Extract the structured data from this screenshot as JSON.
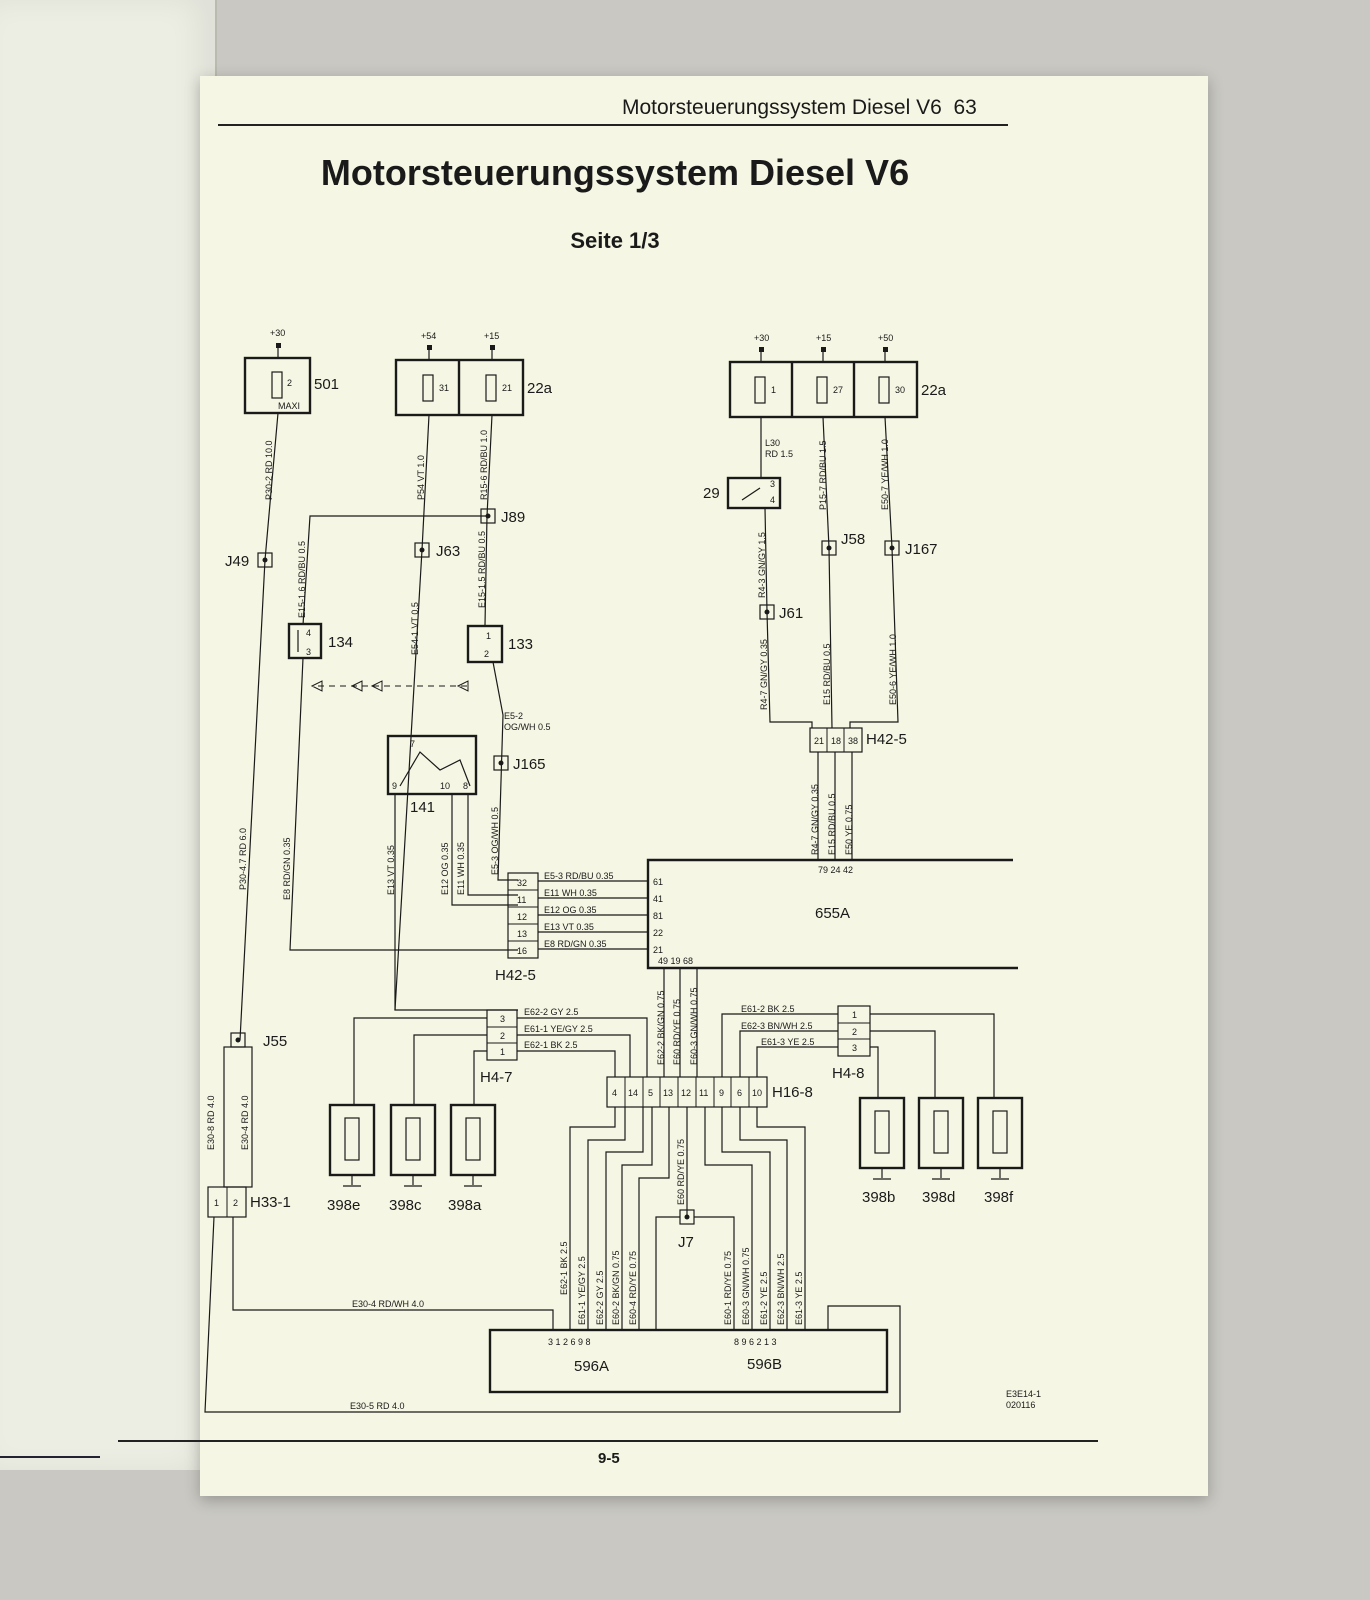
{
  "header": {
    "running_title": "Motorsteuerungssystem Diesel V6",
    "page_number": "63"
  },
  "title": "Motorsteuerungssystem Diesel V6",
  "subtitle": "Seite 1/3",
  "footer": {
    "page_ref": "9-5"
  },
  "ref_code": [
    "E3E14-1",
    "020116"
  ],
  "components": {
    "c501": "501",
    "c22a_left": "22a",
    "c22a_right": "22a",
    "c29": "29",
    "c134": "134",
    "c133": "133",
    "c141": "141",
    "c655a": "655A",
    "c596a": "596A",
    "c596b": "596B",
    "c398e": "398e",
    "c398c": "398c",
    "c398a": "398a",
    "c398b": "398b",
    "c398d": "398d",
    "c398f": "398f"
  },
  "junctions": {
    "j49": "J49",
    "j63": "J63",
    "j89": "J89",
    "j61": "J61",
    "j58": "J58",
    "j167": "J167",
    "j165": "J165",
    "j55": "J55",
    "j7": "J7"
  },
  "connectors": {
    "h42_5_top": "H42-5",
    "h42_5_left": "H42-5",
    "h4_7": "H4-7",
    "h4_8": "H4-8",
    "h16_8": "H16-8",
    "h33_1": "H33-1"
  },
  "supply": {
    "p30a": "+30",
    "p54": "+54",
    "p15a": "+15",
    "p30b": "+30",
    "p15b": "+15",
    "p50": "+50"
  },
  "fuses": {
    "f2": "2",
    "f31": "31",
    "f21": "21",
    "f1": "1",
    "f27": "27",
    "f30": "30",
    "maxi": "MAXI"
  },
  "wires": {
    "w_p30_2": "P30-2  RD  10.0",
    "w_p54": "P54  VT  1.0",
    "w_r15_6": "R15-6  RD/BU  1.0",
    "w_l30": "L30",
    "w_l30b": "RD   1.5",
    "w_p15_7": "P15-7  RD/BU  1.5",
    "w_e50_7": "E50-7  YE/WH  1.0",
    "w_e15_1_6": "E15-1.6  RD/BU  0.5",
    "w_e54_1": "E54-1  VT  0.5",
    "w_e15_1_5": "E15-1.5  RD/BU  0.5",
    "w_r4_3": "R4-3  GN/GY  1.5",
    "w_r4_7": "R4-7  GN/GY  0.35",
    "w_e15": "E15  RD/BU  0.5",
    "w_e50_6": "E50-6  YE/WH  1.0",
    "w_e5_2": "E5-2",
    "w_e5_2b": "OG/WH   0.5",
    "w_p30_4_7": "P30-4.7  RD  6.0",
    "w_e8_v": "E8  RD/GN  0.35",
    "w_e13_v": "E13  VT  0.35",
    "w_e12_v": "E12  OG  0.35",
    "w_e11_v": "E11  WH  0.35",
    "w_e5_3_v": "E5-3  OG/WH  0.5",
    "w_r4_7b": "R4-7  GN/GY  0.35",
    "w_e15b": "E15  RD/BU  0.5",
    "w_e50b": "E50  YE  0.75",
    "h_e5_3": "E5-3   RD/BU   0.35",
    "h_e11": "E11   WH   0.35",
    "h_e12": "E12   OG   0.35",
    "h_e13": "E13   VT   0.35",
    "h_e8": "E8   RD/GN   0.35",
    "g_e62_2": "E62-2   GY   2.5",
    "g_e61_1": "E61-1   YE/GY   2.5",
    "g_e62_1": "E62-1   BK   2.5",
    "g_e61_2": "E61-2   BK   2.5",
    "g_e62_3": "E62-3   BN/WH   2.5",
    "g_e61_3": "E61-3   YE   2.5",
    "v_e62_2": "E62-2  BK/GN  0.75",
    "v_e60": "E60  RD/YE  0.75",
    "v_e60_3": "E60-3  GN/WH  0.75",
    "w_e30_8": "E30-8  RD  4.0",
    "w_e30_4v": "E30-4  RD  4.0",
    "w_e30_4h": "E30-4     RD/WH     4.0",
    "w_e30_5": "E30-5     RD     4.0",
    "w_e60_j7": "E60  RD/YE  0.75",
    "b_e62_1": "E62-1  BK  2.5",
    "b_e61_1": "E61-1  YE/GY  2.5",
    "b_e62_2": "E62-2  GY  2.5",
    "b_e60_2": "E60-2  BK/GN  0.75",
    "b_e60_4": "E60-4  RD/YE  0.75",
    "b_e60_1": "E60-1  RD/YE  0.75",
    "b_e60_3": "E60-3  GN/WH  0.75",
    "b_e61_2": "E61-2  YE  2.5",
    "b_e62_3": "E62-3  BN/WH  2.5",
    "b_e61_3": "E61-3  YE  2.5"
  },
  "pins": {
    "p655_left": [
      "61",
      "41",
      "81",
      "22",
      "21"
    ],
    "p655_top": "79  24  42",
    "p655_bottom": "49  19  68",
    "h42_top": [
      "21",
      "18",
      "38"
    ],
    "h42_left": [
      "32",
      "11",
      "12",
      "13",
      "16"
    ],
    "h47": [
      "3",
      "2",
      "1"
    ],
    "h48": [
      "1",
      "2",
      "3"
    ],
    "h168": [
      "4",
      "14",
      "5",
      "13",
      "12",
      "11",
      "9",
      "6",
      "10"
    ],
    "h33": [
      "1",
      "2"
    ],
    "p596a": "3   1   2   6   9   8",
    "p596b": "8   9   6   2   1   3",
    "c141_pins": [
      "7",
      "9",
      "10",
      "8"
    ],
    "c134_pins": [
      "4",
      "3"
    ],
    "c133_pins": [
      "1",
      "2"
    ],
    "c29_pins": [
      "3",
      "4"
    ]
  }
}
